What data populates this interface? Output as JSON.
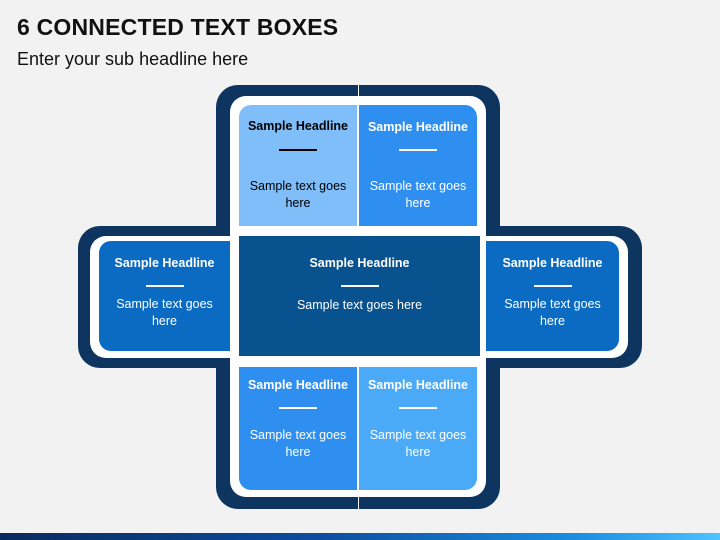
{
  "header": {
    "title": "6 CONNECTED TEXT BOXES",
    "subtitle": "Enter your sub headline here"
  },
  "colors": {
    "frame": "#0d3560",
    "top_left": "#7fbef9",
    "top_right": "#2f8ff0",
    "left": "#0b6bc2",
    "center": "#08528f",
    "right": "#0b6bc2",
    "bottom_left": "#2f8ff0",
    "bottom_right": "#4aaaf7"
  },
  "boxes": {
    "top_left": {
      "headline": "Sample Headline",
      "text": "Sample text goes here"
    },
    "top_right": {
      "headline": "Sample Headline",
      "text": "Sample text goes here"
    },
    "left": {
      "headline": "Sample Headline",
      "text": "Sample text goes here"
    },
    "center": {
      "headline": "Sample Headline",
      "text": "Sample text goes here"
    },
    "right": {
      "headline": "Sample Headline",
      "text": "Sample text goes here"
    },
    "bottom_left": {
      "headline": "Sample Headline",
      "text": "Sample text goes here"
    },
    "bottom_right": {
      "headline": "Sample Headline",
      "text": "Sample text goes here"
    }
  }
}
